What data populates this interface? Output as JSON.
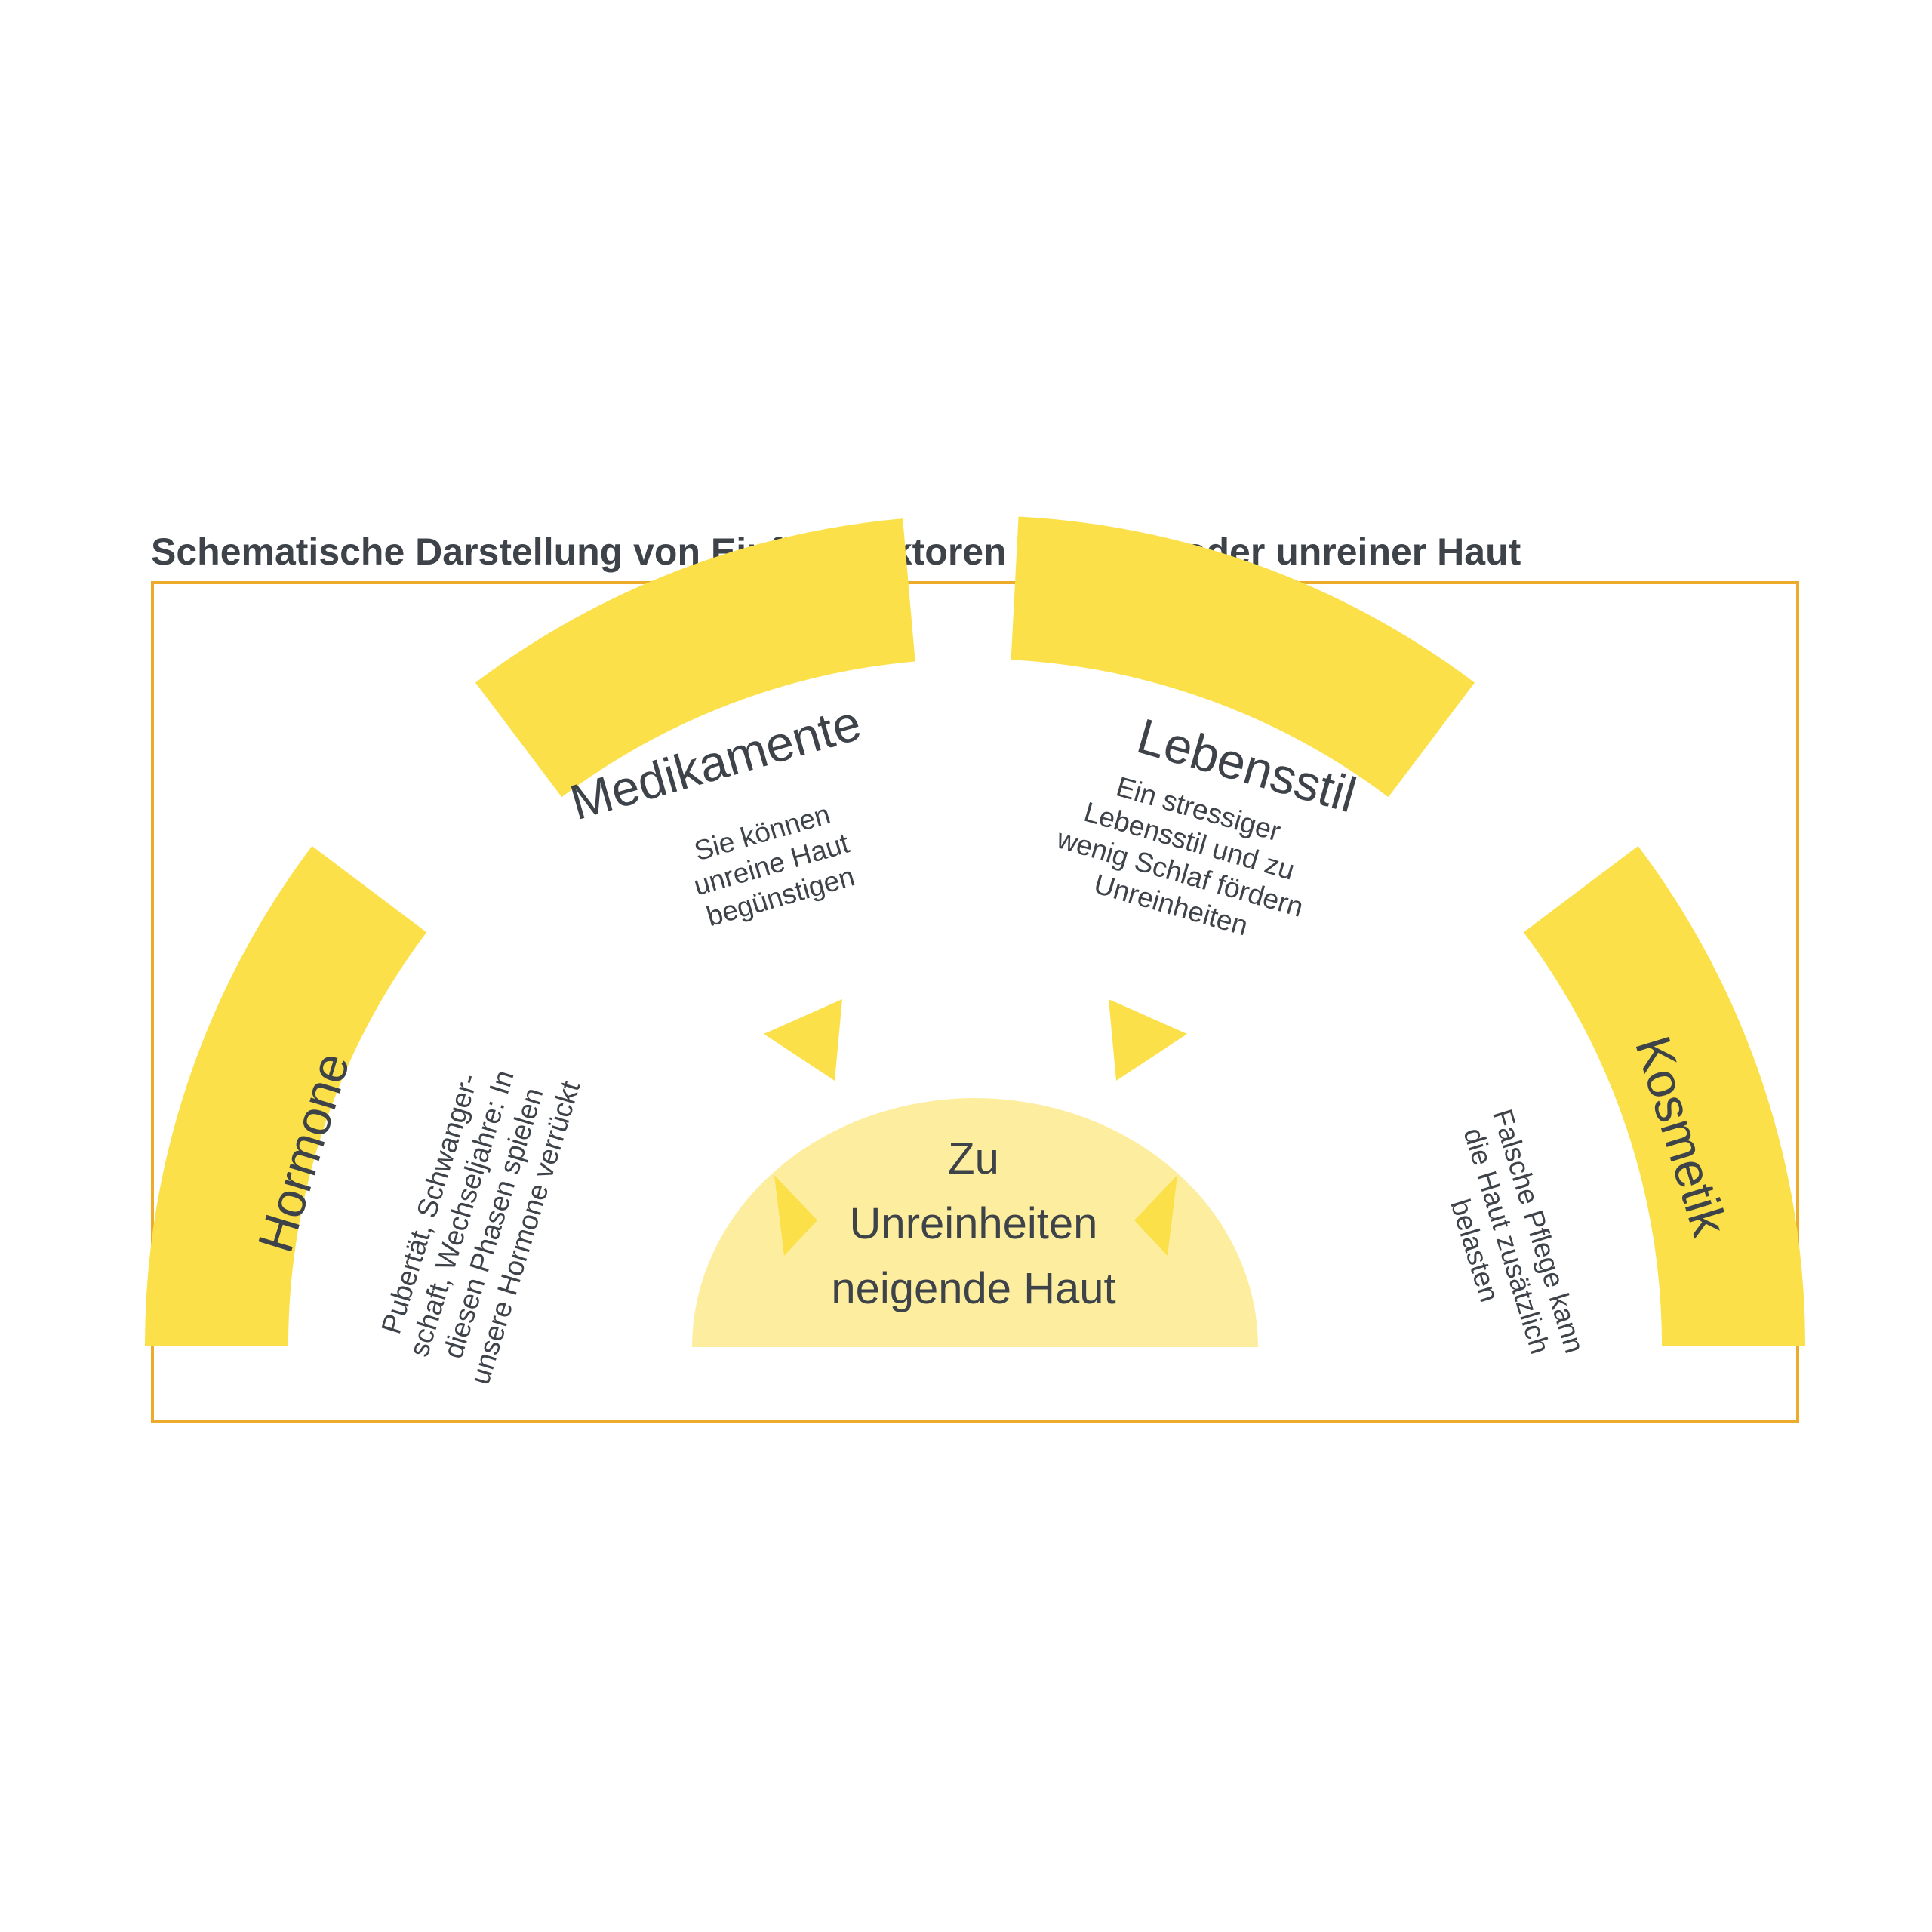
{
  "title": "Schematische Darstellung von Einflussfaktoren bei Akne oder unreiner Haut",
  "colors": {
    "frame": "#ecab2a",
    "segment": "#fbe04a",
    "center": "#fdee9f",
    "text": "#3d4349"
  },
  "center": {
    "lines": [
      "Zu",
      "Unreinheiten",
      "neigende Haut"
    ]
  },
  "factors": [
    {
      "label": "Hormone",
      "description": [
        "Pubertät, Schwanger-",
        "schaft, Wechseljahre: In",
        "diesen Phasen spielen",
        "unsere Hormone verrückt"
      ]
    },
    {
      "label": "Medikamente",
      "description": [
        "Sie können",
        "unreine Haut",
        "begünstigen"
      ]
    },
    {
      "label": "Lebensstil",
      "description": [
        "Ein stressiger",
        "Lebensstil und zu",
        "wenig Schlaf fördern",
        "Unreinheiten"
      ]
    },
    {
      "label": "Kosmetik",
      "description": [
        "Falsche Pflege kann",
        "die Haut zusätzlich",
        "belasten"
      ]
    }
  ]
}
